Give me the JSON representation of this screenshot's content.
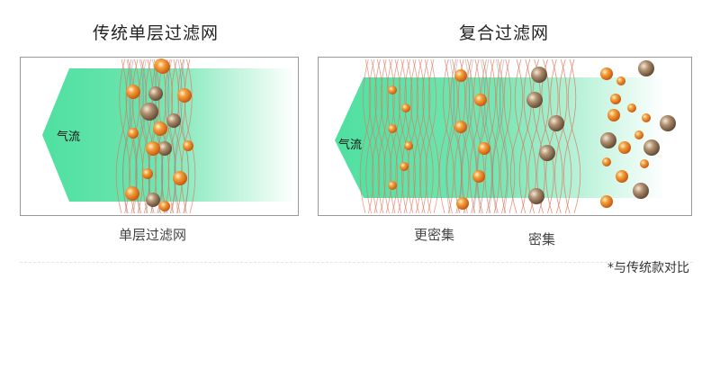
{
  "left_diagram": {
    "title": "传统单层过滤网",
    "airflow_label": "气流",
    "caption": "单层过滤网"
  },
  "right_diagram": {
    "title": "复合过滤网",
    "airflow_label": "气流",
    "caption_denser": "更密集",
    "caption_dense": "密集"
  },
  "footnote": "*与传统款对比",
  "colors": {
    "airflow_green": "#4fe0a0",
    "filter_fiber": "#e2735a",
    "filter_fiber_dark": "#8a8a8a",
    "particle_orange": "#e8761a",
    "particle_brown": "#8f7355",
    "border": "#999999"
  }
}
